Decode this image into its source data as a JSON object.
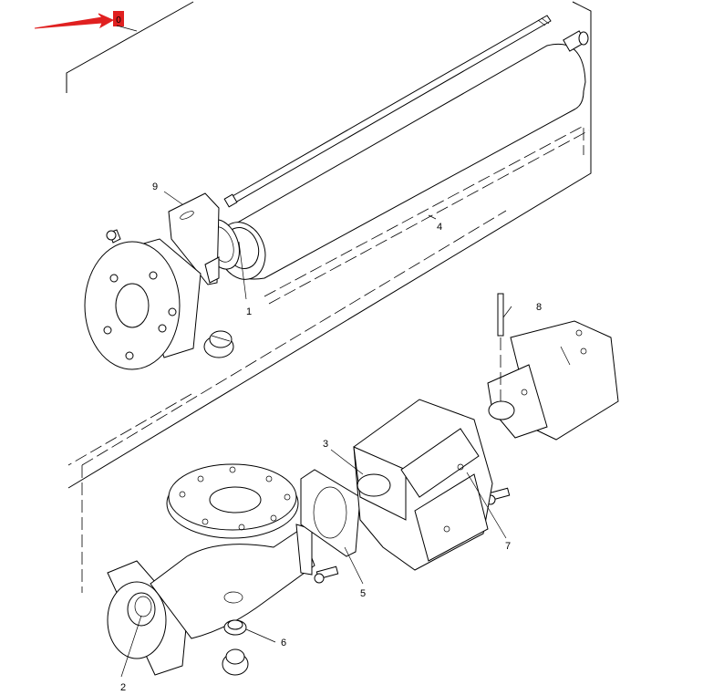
{
  "marker": {
    "label": "0",
    "color": "#e02020"
  },
  "callouts": [
    {
      "id": "1",
      "label": "1"
    },
    {
      "id": "2",
      "label": "2"
    },
    {
      "id": "3",
      "label": "3"
    },
    {
      "id": "4",
      "label": "4"
    },
    {
      "id": "5",
      "label": "5"
    },
    {
      "id": "6",
      "label": "6"
    },
    {
      "id": "7",
      "label": "7"
    },
    {
      "id": "8",
      "label": "8"
    },
    {
      "id": "9",
      "label": "9"
    }
  ]
}
